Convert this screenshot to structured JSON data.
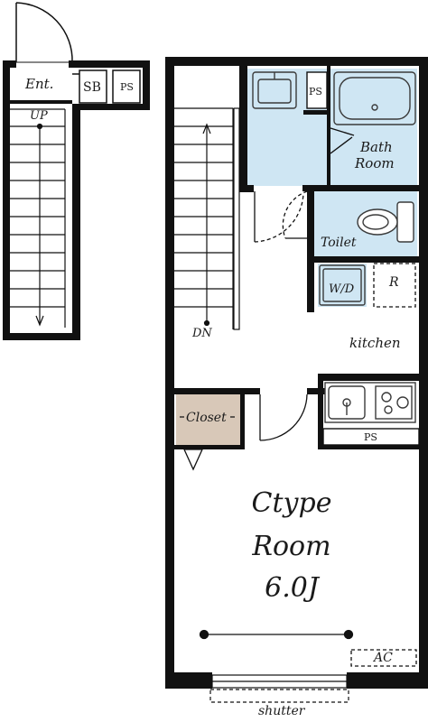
{
  "labels": {
    "entrance": "Ent.",
    "shoe_box": "SB",
    "ps_upper": "PS",
    "up": "UP",
    "dn": "DN",
    "ps_bath": "PS",
    "bath_line1": "Bath",
    "bath_line2": "Room",
    "toilet": "Toilet",
    "washer": "W/D",
    "fridge": "R",
    "kitchen": "kitchen",
    "closet": "Closet",
    "ps_kitchen": "PS",
    "room_type": "Ctype",
    "room": "Room",
    "room_size": "6.0J",
    "ac": "AC",
    "shutter": "shutter"
  },
  "colors": {
    "wall": "#111111",
    "wet_area": "#cfe6f3",
    "closet": "#d8c8b8",
    "fixture": "#3a3a3a"
  }
}
